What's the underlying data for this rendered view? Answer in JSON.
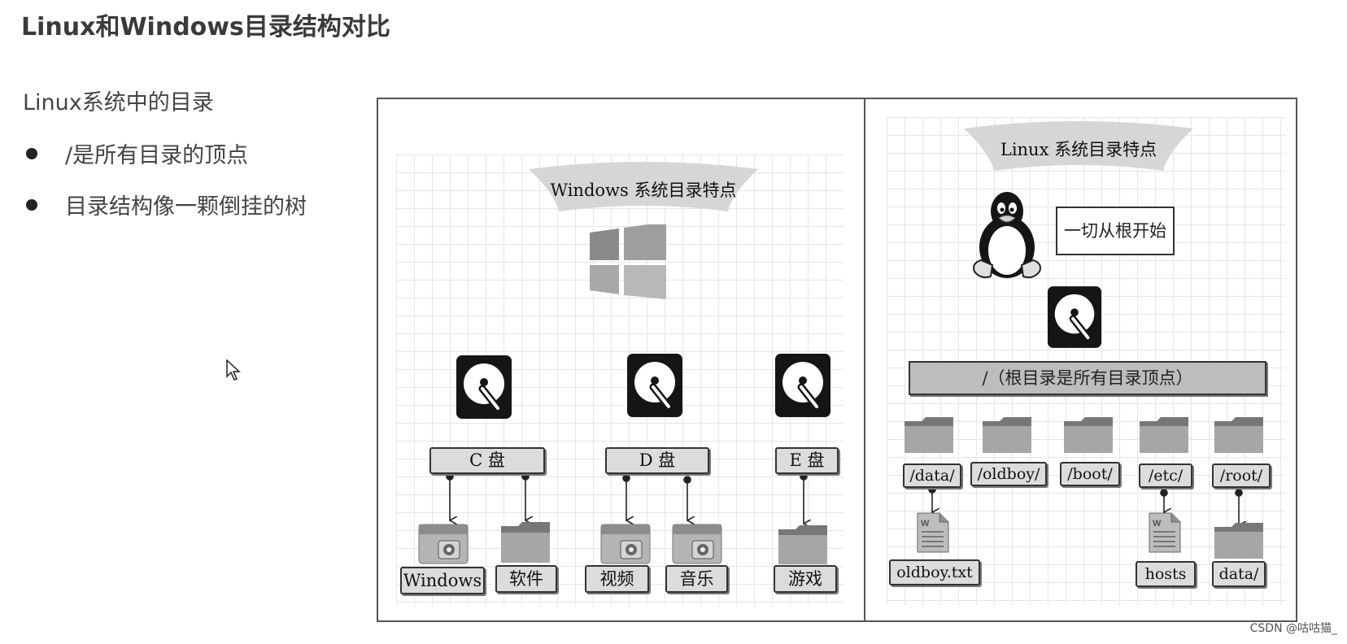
{
  "title": "Linux和Windows目录结构对比",
  "subtitle": "Linux系统中的目录",
  "bullets": [
    "/是所有目录的顶点",
    "目录结构像一颗倒挂的树"
  ],
  "windows": {
    "banner": "Windows 系统目录特点",
    "drives": [
      "C 盘",
      "D 盘",
      "E 盘"
    ],
    "items": [
      "Windows",
      "软件",
      "视频",
      "音乐",
      "游戏"
    ]
  },
  "linux": {
    "banner": "Linux 系统目录特点",
    "callout": "一切从根开始",
    "root": "/（根目录是所有目录顶点）",
    "dirs": [
      "/data/",
      "/oldboy/",
      "/boot/",
      "/etc/",
      "/root/"
    ],
    "children": [
      "oldboy.txt",
      "hosts",
      "data/"
    ]
  },
  "watermark": "CSDN @咕咕猫_"
}
